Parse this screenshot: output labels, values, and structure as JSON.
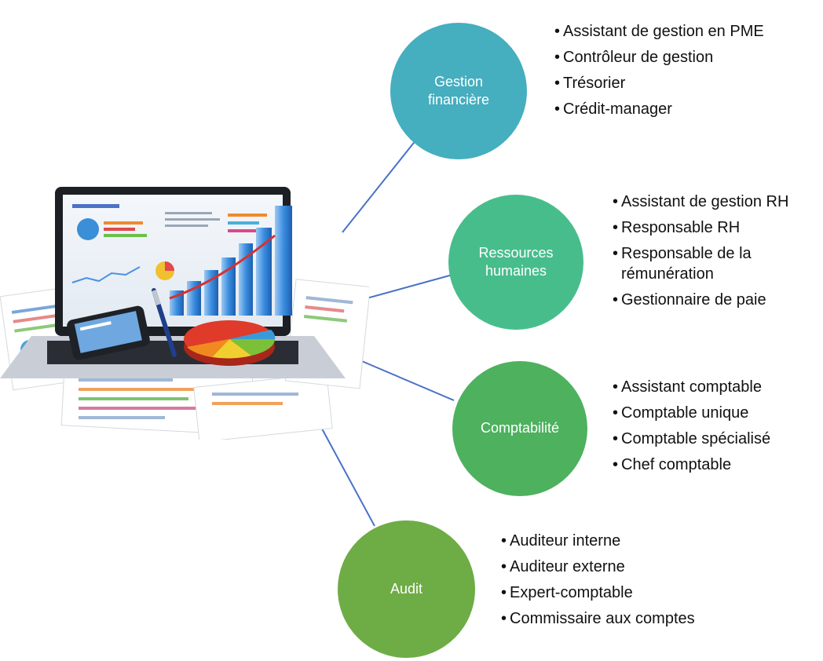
{
  "colors": {
    "gestion_financiere": "#45aebf",
    "ressources_humaines": "#47bd8c",
    "comptabilite": "#4db15e",
    "audit": "#6eac45",
    "connector": "#4a72c6"
  },
  "branches": [
    {
      "title": "Gestion\nfinancière",
      "items": [
        "Assistant de gestion en PME",
        "Contrôleur de gestion",
        "Trésorier",
        "Crédit-manager"
      ]
    },
    {
      "title": "Ressources\nhumaines",
      "items": [
        "Assistant de gestion RH",
        "Responsable RH",
        "Responsable de la rémunération",
        "Gestionnaire de paie"
      ]
    },
    {
      "title": "Comptabilité",
      "items": [
        "Assistant comptable",
        "Comptable unique",
        "Comptable spécialisé",
        "Chef comptable"
      ]
    },
    {
      "title": "Audit",
      "items": [
        "Auditeur interne",
        "Auditeur externe",
        "Expert-comptable",
        "Commissaire aux comptes"
      ]
    }
  ]
}
